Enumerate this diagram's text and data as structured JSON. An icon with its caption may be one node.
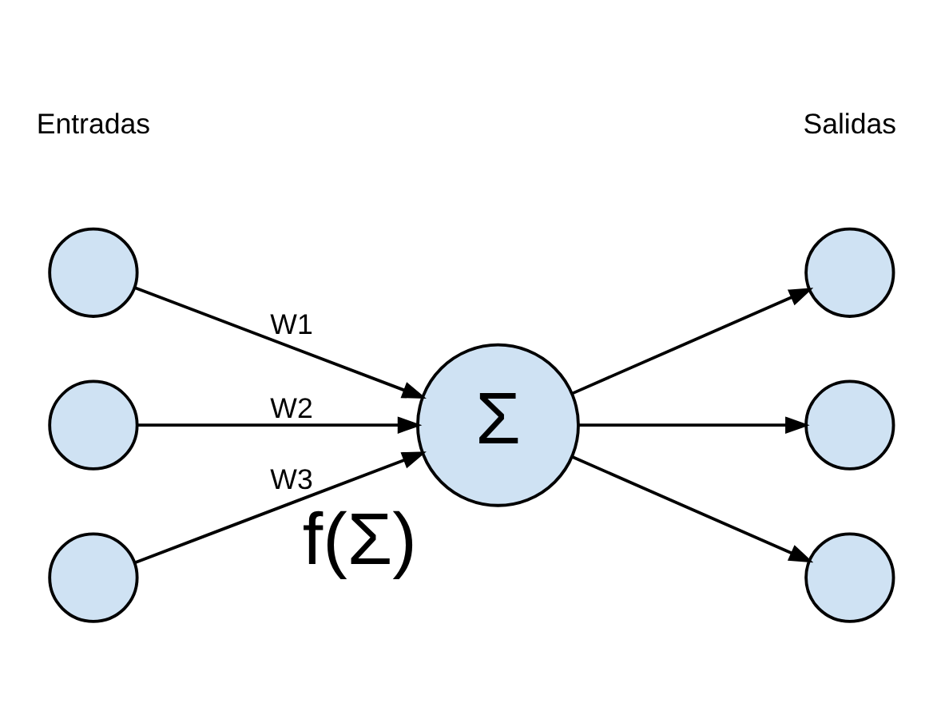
{
  "diagram": {
    "nodes": [
      {
        "text": [],
        "shape": "circle"
      },
      {
        "text": [],
        "shape": "circle"
      },
      {
        "text": [],
        "shape": "circle"
      },
      {
        "text": [
          "Σ"
        ],
        "beside": [
          "f(Σ)"
        ]
      },
      {
        "text": [],
        "shape": "circle"
      },
      {
        "text": [],
        "shape": "circle"
      },
      {
        "text": [],
        "shape": "circle"
      }
    ],
    "edges": [
      {
        "from": 0,
        "to": 3,
        "arrow": "to",
        "label": "W1"
      },
      {
        "from": 1,
        "to": 3,
        "arrow": "to",
        "label": "W2"
      },
      {
        "from": 2,
        "to": 3,
        "arrow": "to",
        "label": "W3"
      },
      {
        "from": 3,
        "to": 4,
        "arrow": "to"
      },
      {
        "from": 3,
        "to": 5,
        "arrow": "to"
      },
      {
        "from": 3,
        "to": 6,
        "arrow": "to"
      }
    ],
    "labels": [
      "Entradas",
      "Salidas"
    ]
  }
}
